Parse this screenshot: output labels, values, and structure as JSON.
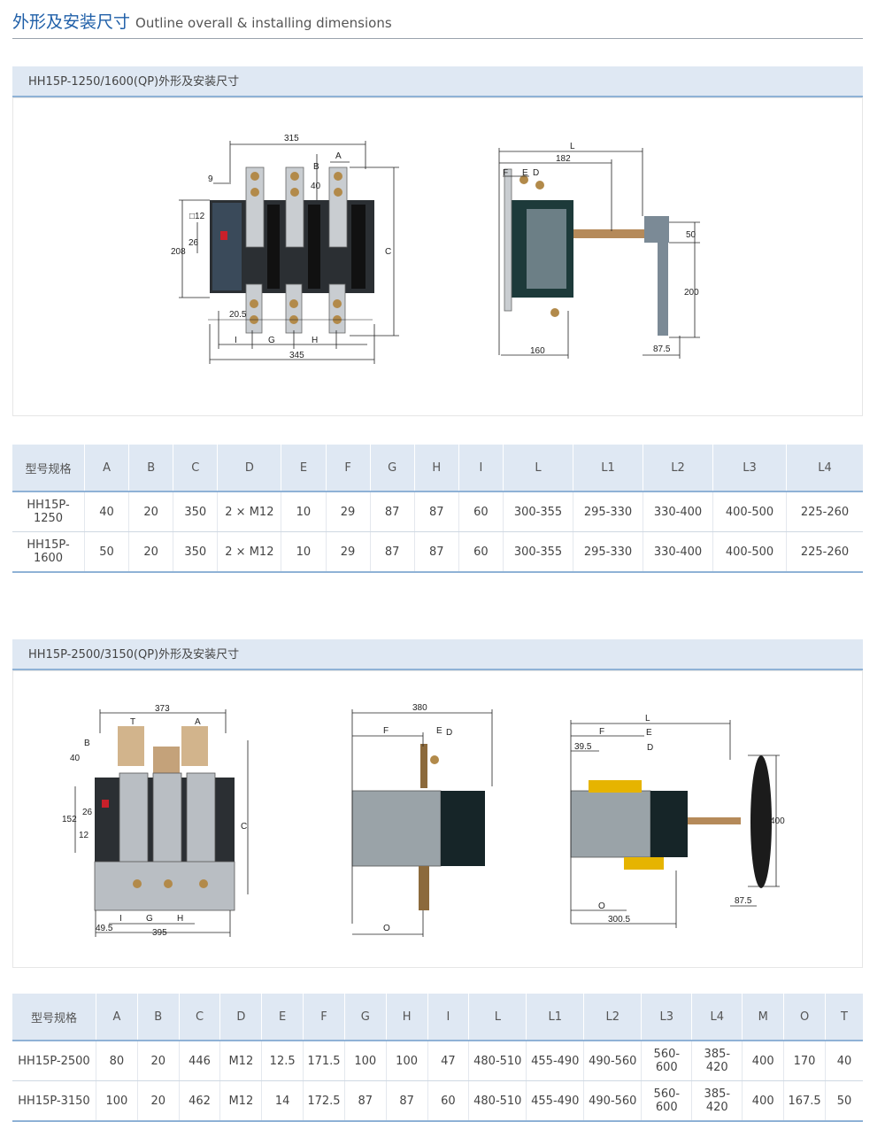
{
  "page": {
    "title_cn": "外形及安装尺寸",
    "title_en": "Outline overall & installing dimensions"
  },
  "section1": {
    "title": "HH15P-1250/1600(QP)外形及安装尺寸",
    "front_view_labels": {
      "dim_315": "315",
      "dim_9": "9",
      "dim_A": "A",
      "dim_B": "B",
      "dim_40": "40",
      "dim_12": "□12",
      "dim_26": "26",
      "dim_208": "208",
      "dim_C": "C",
      "dim_20_5": "20.5",
      "dim_I": "I",
      "dim_G": "G",
      "dim_H": "H",
      "dim_345": "345"
    },
    "side_view_labels": {
      "dim_L": "L",
      "dim_182": "182",
      "dim_F": "F",
      "dim_E": "E",
      "dim_D": "D",
      "dim_50": "50",
      "dim_200": "200",
      "dim_160": "160",
      "dim_87_5": "87.5"
    },
    "table": {
      "headers": [
        "型号规格",
        "A",
        "B",
        "C",
        "D",
        "E",
        "F",
        "G",
        "H",
        "I",
        "L",
        "L1",
        "L2",
        "L3",
        "L4"
      ],
      "rows": [
        [
          "HH15P-1250",
          "40",
          "20",
          "350",
          "2 × M12",
          "10",
          "29",
          "87",
          "87",
          "60",
          "300-355",
          "295-330",
          "330-400",
          "400-500",
          "225-260"
        ],
        [
          "HH15P-1600",
          "50",
          "20",
          "350",
          "2 × M12",
          "10",
          "29",
          "87",
          "87",
          "60",
          "300-355",
          "295-330",
          "330-400",
          "400-500",
          "225-260"
        ]
      ]
    }
  },
  "section2": {
    "title": "HH15P-2500/3150(QP)外形及安装尺寸",
    "front_view_labels": {
      "dim_373": "373",
      "dim_T": "T",
      "dim_A": "A",
      "dim_B": "B",
      "dim_40": "40",
      "dim_152": "152",
      "dim_26": "26",
      "dim_12": "12",
      "dim_C": "C",
      "dim_I": "I",
      "dim_G": "G",
      "dim_H": "H",
      "dim_49_5": "49.5",
      "dim_395": "395"
    },
    "side_view_labels": {
      "dim_380": "380",
      "dim_F": "F",
      "dim_E": "E",
      "dim_D": "D",
      "dim_O": "O"
    },
    "handle_view_labels": {
      "dim_L": "L",
      "dim_F": "F",
      "dim_E": "E",
      "dim_39_5": "39.5",
      "dim_D": "D",
      "dim_400": "400",
      "dim_87_5": "87.5",
      "dim_O": "O",
      "dim_300_5": "300.5"
    },
    "table": {
      "headers": [
        "型号规格",
        "A",
        "B",
        "C",
        "D",
        "E",
        "F",
        "G",
        "H",
        "I",
        "L",
        "L1",
        "L2",
        "L3",
        "L4",
        "M",
        "O",
        "T"
      ],
      "rows": [
        [
          "HH15P-2500",
          "80",
          "20",
          "446",
          "M12",
          "12.5",
          "171.5",
          "100",
          "100",
          "47",
          "480-510",
          "455-490",
          "490-560",
          "560-600",
          "385-420",
          "400",
          "170",
          "40"
        ],
        [
          "HH15P-3150",
          "100",
          "20",
          "462",
          "M12",
          "14",
          "172.5",
          "87",
          "87",
          "60",
          "480-510",
          "455-490",
          "490-560",
          "560-600",
          "385-420",
          "400",
          "167.5",
          "50"
        ]
      ]
    }
  }
}
